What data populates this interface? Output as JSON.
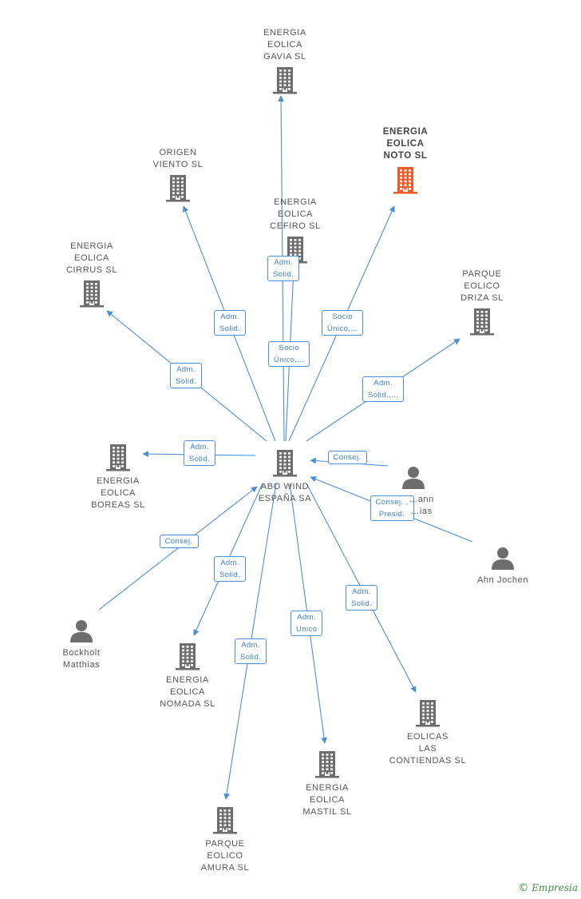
{
  "colors": {
    "edge": "#4a8ed8",
    "building": "#6d6d6d",
    "building_highlight": "#f05a28",
    "person": "#6d6d6d"
  },
  "nodes": [
    {
      "id": "center",
      "type": "company",
      "label": "ABO WIND\nESPAÑA SA",
      "icon": "building-icon"
    },
    {
      "id": "gavia",
      "type": "company",
      "label": "ENERGIA\nEOLICA\nGAVIA SL",
      "icon": "building-icon"
    },
    {
      "id": "noto",
      "type": "company",
      "label": "ENERGIA\nEOLICA\nNOTO SL",
      "icon": "building-icon",
      "highlight": true
    },
    {
      "id": "origen",
      "type": "company",
      "label": "ORIGEN\nVIENTO SL",
      "icon": "building-icon"
    },
    {
      "id": "cefiro",
      "type": "company",
      "label": "ENERGIA\nEOLICA\nCEFIRO SL",
      "icon": "building-icon"
    },
    {
      "id": "cirrus",
      "type": "company",
      "label": "ENERGIA\nEOLICA\nCIRRUS SL",
      "icon": "building-icon"
    },
    {
      "id": "driza",
      "type": "company",
      "label": "PARQUE\nEOLICO\nDRIZA SL",
      "icon": "building-icon"
    },
    {
      "id": "boreas",
      "type": "company",
      "label": "ENERGIA\nEOLICA\nBOREAS SL",
      "icon": "building-icon"
    },
    {
      "id": "hermann",
      "type": "person",
      "label": "…ann\n…ias",
      "icon": "person-icon"
    },
    {
      "id": "ahn",
      "type": "person",
      "label": "Ahn Jochen",
      "icon": "person-icon"
    },
    {
      "id": "bockholt",
      "type": "person",
      "label": "Bockholt\nMatthias",
      "icon": "person-icon"
    },
    {
      "id": "nomada",
      "type": "company",
      "label": "ENERGIA\nEOLICA\nNOMADA SL",
      "icon": "building-icon"
    },
    {
      "id": "contiendas",
      "type": "company",
      "label": "EOLICAS\nLAS\nCONTIENDAS SL",
      "icon": "building-icon"
    },
    {
      "id": "mastil",
      "type": "company",
      "label": "ENERGIA\nEOLICA\nMASTIL SL",
      "icon": "building-icon"
    },
    {
      "id": "amura",
      "type": "company",
      "label": "PARQUE\nEOLICO\nAMURA SL",
      "icon": "building-icon"
    }
  ],
  "edges": [
    {
      "from": "center",
      "to": "gavia",
      "label": "Adm.\nSolid."
    },
    {
      "from": "center",
      "to": "cefiro",
      "label": "Socio\nÚnico,..."
    },
    {
      "from": "center",
      "to": "noto",
      "label": "Socio\nÚnico,..."
    },
    {
      "from": "center",
      "to": "origen",
      "label": "Adm.\nSolid."
    },
    {
      "from": "center",
      "to": "cirrus",
      "label": "Adm.\nSolid."
    },
    {
      "from": "center",
      "to": "driza",
      "label": "Adm.\nSolid.,..."
    },
    {
      "from": "center",
      "to": "boreas",
      "label": "Adm.\nSolid."
    },
    {
      "from": "hermann",
      "to": "center",
      "label": "Consej."
    },
    {
      "from": "ahn",
      "to": "center",
      "label": "Consej. ,\nPresid."
    },
    {
      "from": "bockholt",
      "to": "center",
      "label": "Consej."
    },
    {
      "from": "center",
      "to": "nomada",
      "label": "Adm.\nSolid."
    },
    {
      "from": "center",
      "to": "amura",
      "label": "Adm.\nSolid."
    },
    {
      "from": "center",
      "to": "mastil",
      "label": "Adm.\nUnico"
    },
    {
      "from": "center",
      "to": "contiendas",
      "label": "Adm.\nSolid."
    }
  ],
  "footer": {
    "copyright_symbol": "©",
    "brand": "Empresia"
  }
}
